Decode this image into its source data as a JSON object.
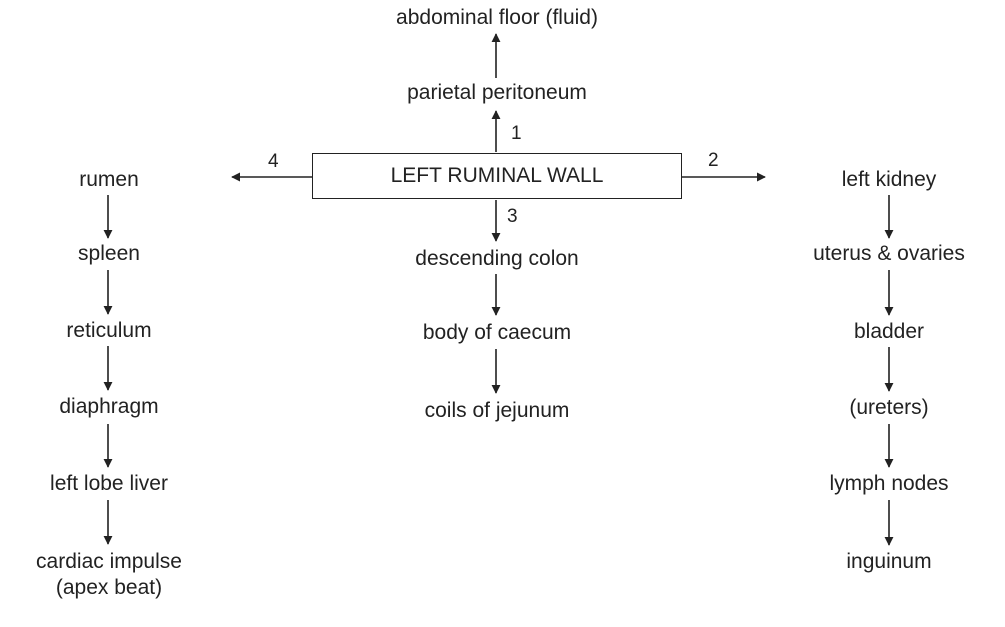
{
  "center": {
    "box_label": "LEFT RUMINAL WALL",
    "up": [
      "parietal peritoneum",
      "abdominal floor (fluid)"
    ],
    "down": [
      "descending colon",
      "body of caecum",
      "coils of jejunum"
    ]
  },
  "directions": {
    "up": "1",
    "right": "2",
    "down": "3",
    "left": "4"
  },
  "left_column": [
    "rumen",
    "spleen",
    "reticulum",
    "diaphragm",
    "left lobe liver",
    "cardiac impulse",
    "(apex beat)"
  ],
  "right_column": [
    "left kidney",
    "uterus & ovaries",
    "bladder",
    "(ureters)",
    "lymph nodes",
    "inguinum"
  ],
  "colors": {
    "ink": "#222222",
    "background": "#ffffff"
  }
}
